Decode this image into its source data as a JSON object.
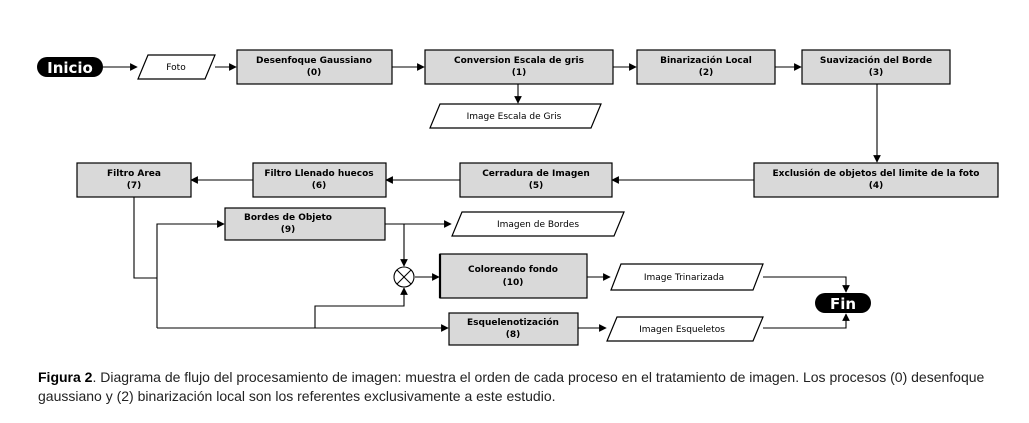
{
  "nodes": {
    "inicio": "Inicio",
    "foto": "Foto",
    "desenfoque": {
      "name": "Desenfoque Gaussiano",
      "num": "(0)"
    },
    "conversion": {
      "name": "Conversion Escala de gris",
      "num": "(1)"
    },
    "image_gris": "Image Escala de Gris",
    "binarizacion": {
      "name": "Binarización Local",
      "num": "(2)"
    },
    "suavizacion": {
      "name": "Suavización del Borde",
      "num": "(3)"
    },
    "exclusion": {
      "name": "Exclusión de objetos del limite de la foto",
      "num": "(4)"
    },
    "cerradura": {
      "name": "Cerradura de Imagen",
      "num": "(5)"
    },
    "filtro_llenado": {
      "name": "Filtro Llenado huecos",
      "num": "(6)"
    },
    "filtro_area": {
      "name": "Filtro Area",
      "num": "(7)"
    },
    "bordes": {
      "name": "Bordes de Objeto",
      "num": "(9)"
    },
    "imagen_bordes": "Imagen de Bordes",
    "coloreando": {
      "name": "Coloreando fondo",
      "num": "(10)"
    },
    "image_trinarizada": "Image Trinarizada",
    "esqueleto": {
      "name": "Esquelenotización",
      "num": "(8)"
    },
    "imagen_esqueletos": "Imagen Esqueletos",
    "fin": "Fin"
  },
  "caption": {
    "label": "Figura 2",
    "text": ". Diagrama de flujo del procesamiento de imagen: muestra el orden de cada proceso en el tratamiento de imagen. Los procesos (0) desenfoque gaussiano y (2) binarización local son los referentes exclusivamente a este estudio."
  }
}
